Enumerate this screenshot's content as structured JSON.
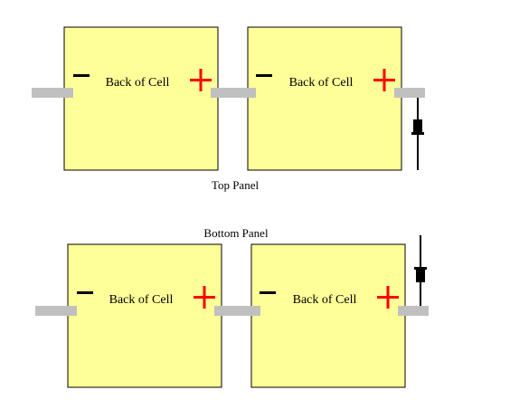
{
  "colors": {
    "cell_fill": "#ffff99",
    "cell_border": "#000000",
    "tab": "#c0c0c0",
    "plus": "#ff0000",
    "minus": "#000000",
    "diode": "#000000",
    "background": "#ffffff"
  },
  "top_panel": {
    "label": "Top Panel",
    "cells": [
      {
        "text": "Back of Cell"
      },
      {
        "text": "Back of Cell"
      }
    ]
  },
  "bottom_panel": {
    "label": "Bottom Panel",
    "cells": [
      {
        "text": "Back of Cell"
      },
      {
        "text": "Back of Cell"
      }
    ]
  },
  "icons": [
    "minus-sign",
    "plus-sign",
    "bypass-diode-symbol",
    "connector-tab"
  ]
}
